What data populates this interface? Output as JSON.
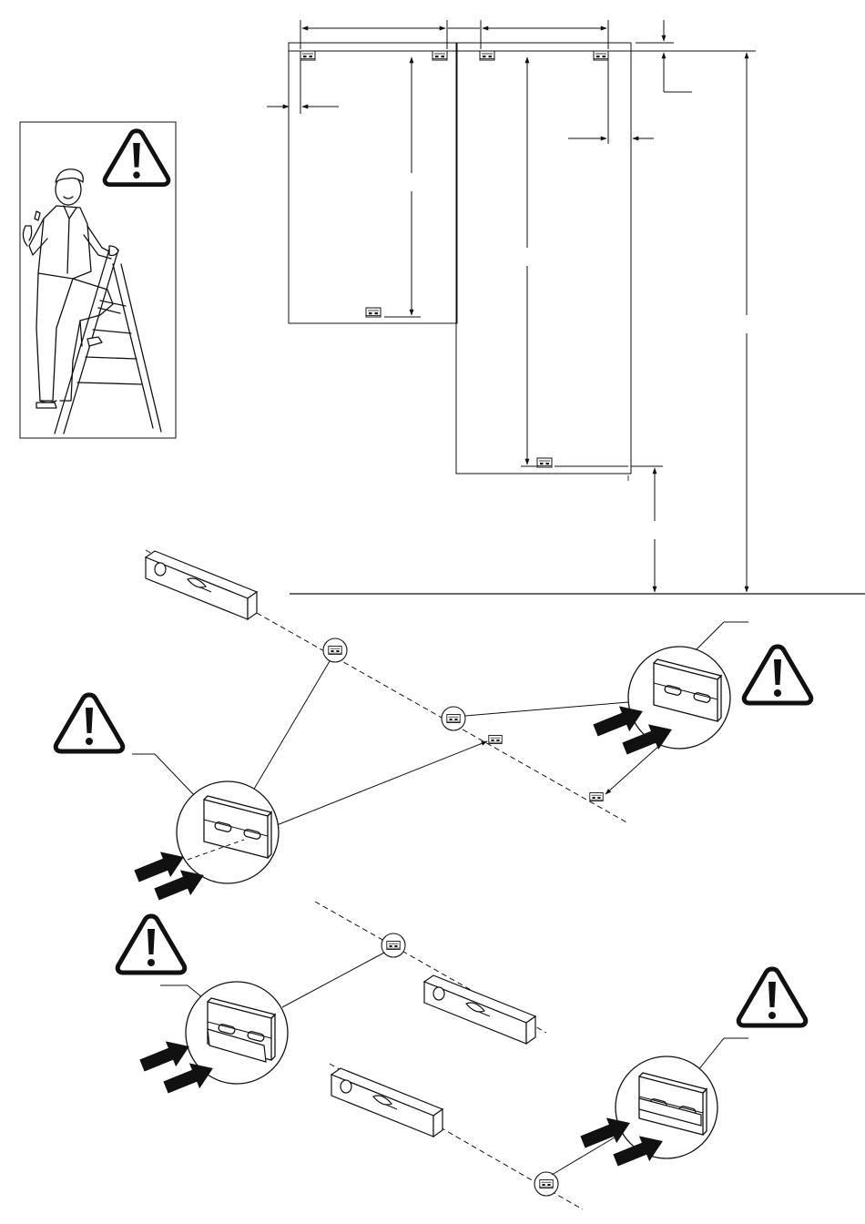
{
  "diagram": {
    "kind": "wall-cabinet mounting instructions (line drawing, no printed text)",
    "ink_color": "#111111",
    "background_color": "#ffffff",
    "icons": [
      "warning-triangle-icon",
      "man-on-stepladder-illustration",
      "spirit-level-icon",
      "wall-bracket-icon",
      "push-arrow-icon"
    ],
    "warning_icon_count": 5,
    "spirit_level_count": 3,
    "wall_bracket_count": 8,
    "magnified_callout_count": 4
  }
}
